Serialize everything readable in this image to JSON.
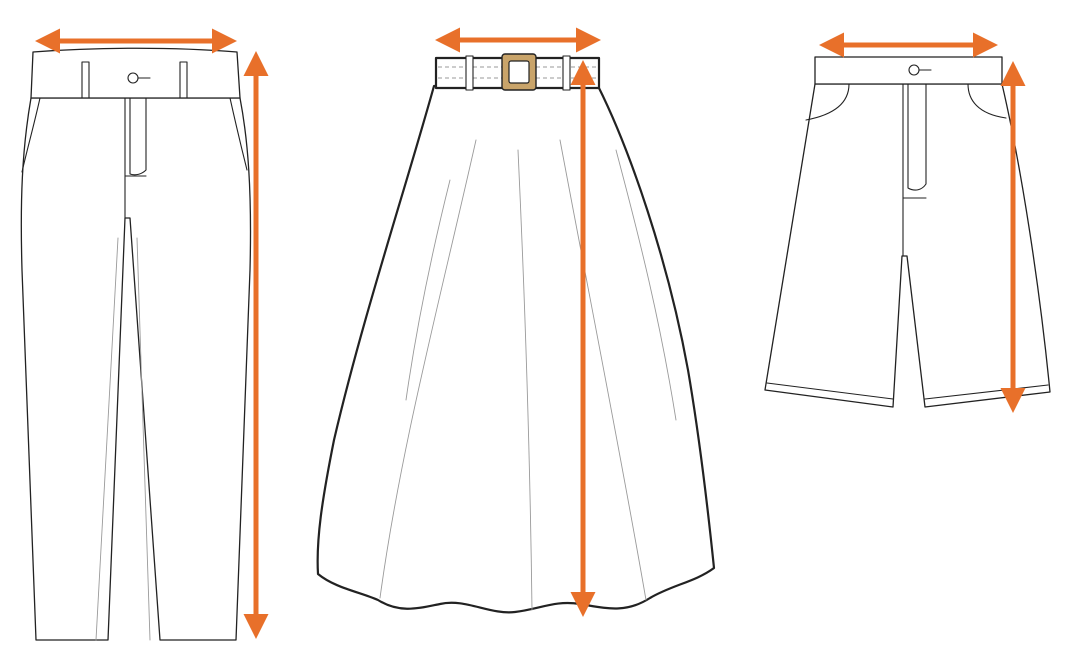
{
  "colors": {
    "arrow": "#E8702A",
    "outline": "#222222",
    "buckle": "#C9A46A",
    "background": "#FFFFFF"
  },
  "garments": [
    {
      "name": "trousers",
      "measurements": [
        "waist",
        "length"
      ]
    },
    {
      "name": "skirt",
      "measurements": [
        "waist",
        "length"
      ]
    },
    {
      "name": "shorts",
      "measurements": [
        "waist",
        "length"
      ]
    }
  ]
}
